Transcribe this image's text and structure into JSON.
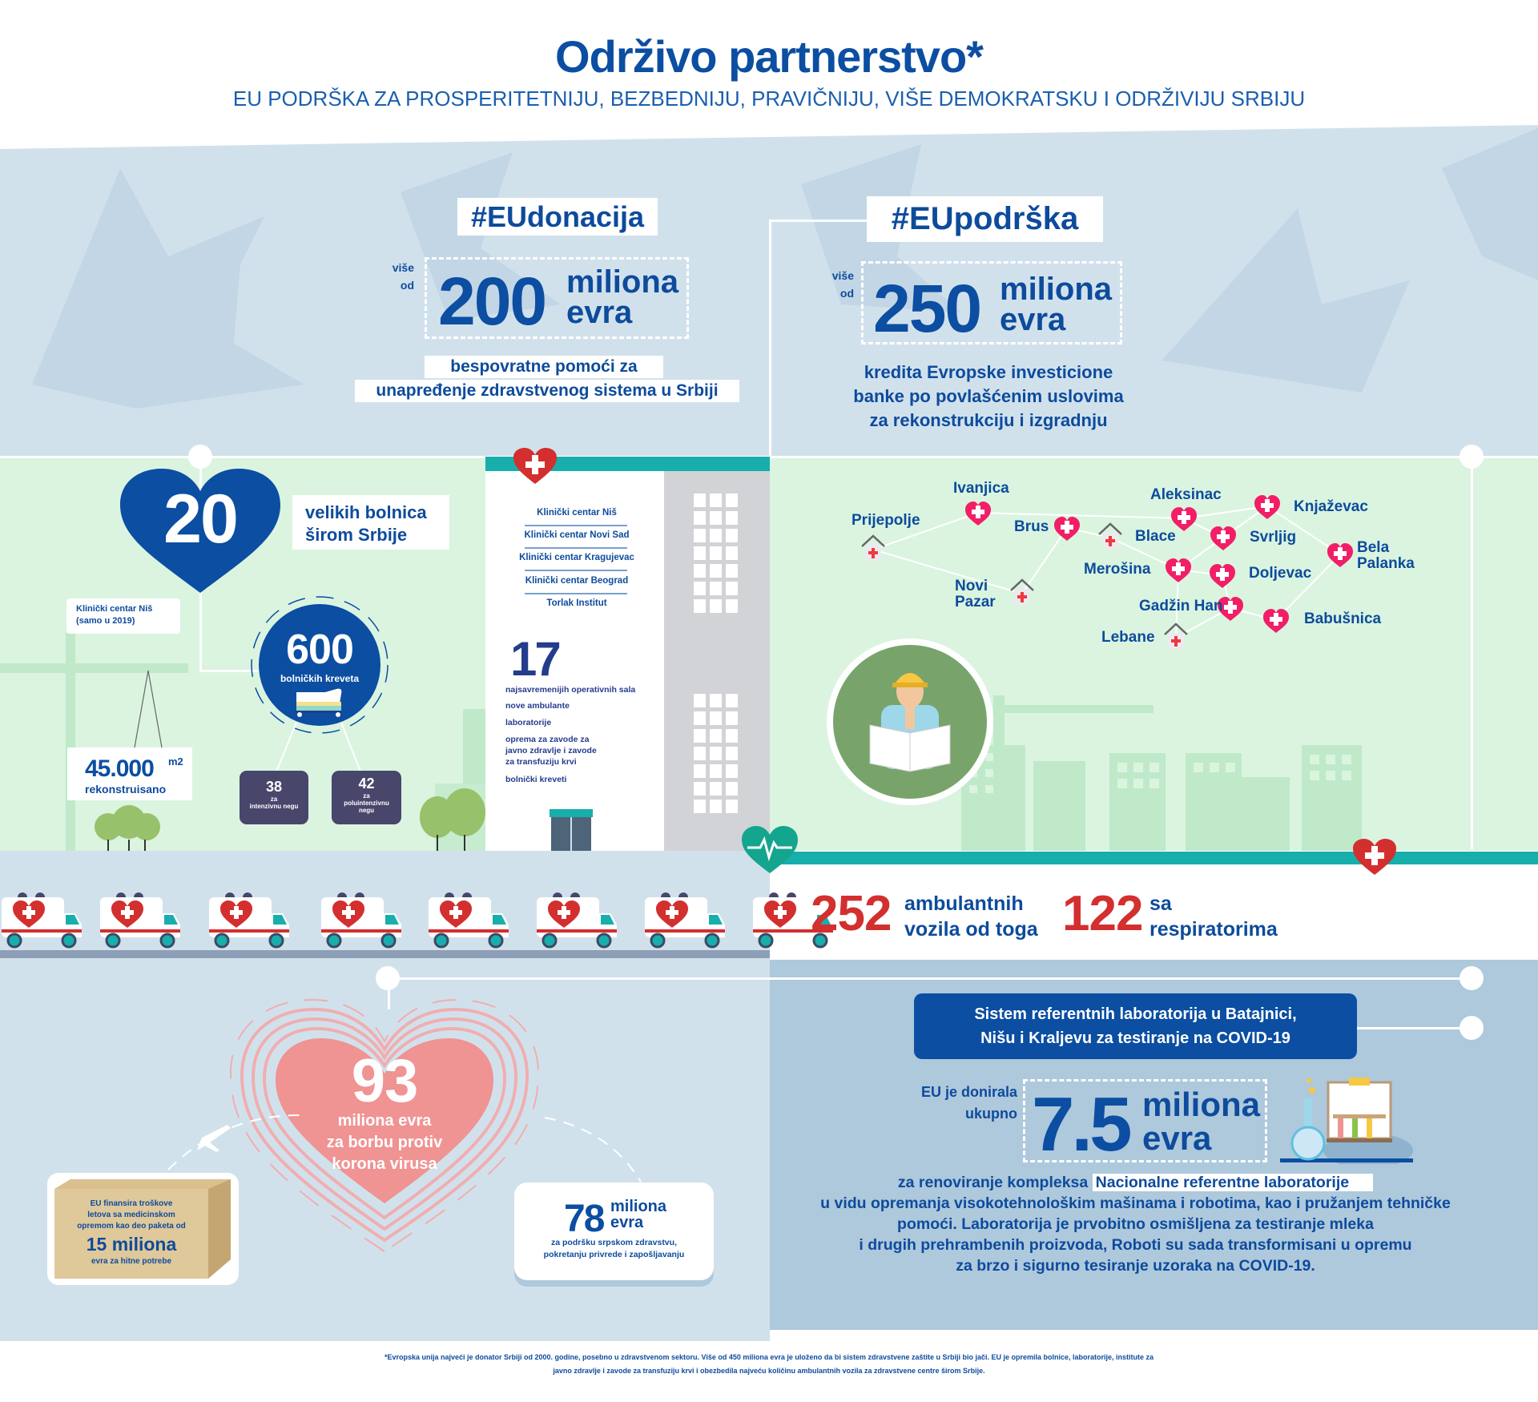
{
  "header": {
    "title": "Održivo partnerstvo*",
    "subtitle": "EU PODRŠKA ZA PROSPERITETNIJU, BEZBEDNIJU, PRAVIČNIJU, VIŠE DEMOKRATSKU I ODRŽIVIJU SRBIJU"
  },
  "donation": {
    "hashtag": "#EUdonacija",
    "prefix_1": "više",
    "prefix_2": "od",
    "amount": "200",
    "unit_1": "miliona",
    "unit_2": "evra",
    "caption_1": "bespovratne pomoći za",
    "caption_2": "unapređenje zdravstvenog sistema u Srbiji"
  },
  "support": {
    "hashtag": "#EUpodrška",
    "prefix_1": "više",
    "prefix_2": "od",
    "amount": "250",
    "unit_1": "miliona",
    "unit_2": "evra",
    "caption_1": "kredita Evropske investicione",
    "caption_2": "banke po povlašćenim uslovima",
    "caption_3": "za rekonstrukciju i izgradnju"
  },
  "hospitals": {
    "count": "20",
    "label_1": "velikih bolnica",
    "label_2": "širom Srbije",
    "nis_note_1": "Klinički centar Niš",
    "nis_note_2": "(samo u 2019)",
    "beds": "600",
    "beds_label": "bolničkih kreveta",
    "icu_count": "38",
    "icu_label_1": "za",
    "icu_label_2": "intenzivnu negu",
    "semi_count": "42",
    "semi_label_1": "za",
    "semi_label_2": "poluintenzivnu",
    "semi_label_3": "negu",
    "area": "45.000",
    "area_unit": "m2",
    "area_label": "rekonstruisano"
  },
  "building": {
    "clinics": [
      "Klinički centar Niš",
      "Klinički centar Novi Sad",
      "Klinički centar Kragujevac",
      "Klinički centar Beograd",
      "Torlak Institut"
    ],
    "rooms": "17",
    "items": [
      "najsavremenijih operativnih sala",
      "nove ambulante",
      "laboratorije",
      "oprema za zavode za",
      "javno zdravlje i zavode",
      "za transfuziju krvi",
      "bolnički kreveti"
    ]
  },
  "map": {
    "places": [
      "Prijepolje",
      "Ivanjica",
      "Brus",
      "Blace",
      "Novi Pazar",
      "Aleksinac",
      "Knjaževac",
      "Svrljig",
      "Merošina",
      "Doljevac",
      "Bela Palanka",
      "Gadžin Han",
      "Babušnica",
      "Lebane"
    ]
  },
  "ambulances": {
    "count": "252",
    "label_1": "ambulantnih",
    "label_2": "vozila od toga",
    "respirator_count": "122",
    "respirator_label_1": "sa",
    "respirator_label_2": "respiratorima"
  },
  "corona": {
    "amount": "93",
    "label_1": "miliona evra",
    "label_2": "za borbu protiv",
    "label_3": "korona virusa",
    "box_1": "EU finansira troškove",
    "box_2": "letova sa medicinskom",
    "box_3": "opremom kao deo paketa od",
    "box_amount": "15 miliona",
    "box_4": "evra za hitne potrebe",
    "card_amount": "78",
    "card_unit_1": "miliona",
    "card_unit_2": "evra",
    "card_1": "za podršku srpskom zdravstvu,",
    "card_2": "pokretanju privrede i zapošljavanju"
  },
  "labs": {
    "banner_1": "Sistem referentnih laboratorija u Batajnici,",
    "banner_2": "Nišu i Kraljevu za testiranje na COVID-19",
    "prefix_1": "EU je donirala",
    "prefix_2": "ukupno",
    "amount": "7.5",
    "unit_1": "miliona",
    "unit_2": "evra",
    "para_1a": "za renoviranje kompleksa",
    "para_1b": "Nacionalne referentne laboratorije",
    "para_2": "u vidu opremanja  visokotehnološkim mašinama i robotima, kao i pružanjem tehničke",
    "para_3": "pomoći. Laboratorija je prvobitno osmišljena za testiranje mleka",
    "para_4": "i drugih prehrambenih proizvoda, Roboti su sada transformisani u opremu",
    "para_5": "za brzo i sigurno tesiranje uzoraka na COVID-19."
  },
  "footer": {
    "line_1": "*Evropska unija najveći je donator Srbiji od 2000. godine, posebno u zdravstvenom sektoru. Više od 450 miliona evra je uloženo da bi sistem zdravstvene zaštite u Srbiji bio jači. EU je opremila bolnice, laboratorije, institute za",
    "line_2": "javno zdravlje i zavode za transfuziju krvi i obezbedila najveću količinu ambulantnih vozila za zdravstvene centre širom Srbije."
  },
  "colors": {
    "brand_blue": "#0b4ea2",
    "red": "#d32f2f",
    "teal": "#17aeac",
    "pink": "#f0393f"
  }
}
